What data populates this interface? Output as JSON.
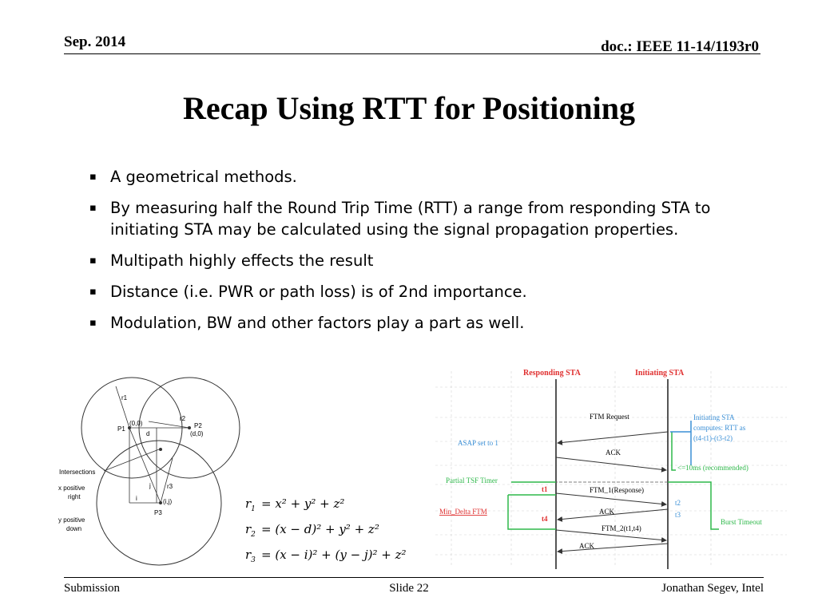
{
  "header": {
    "date": "Sep. 2014",
    "doc": "doc.: IEEE 11-14/1193r0"
  },
  "title": "Recap Using RTT for Positioning",
  "bullets": [
    "A geometrical methods.",
    "By measuring half the Round Trip Time (RTT) a range from responding STA to initiating STA may be calculated using the signal propagation properties.",
    "Multipath highly effects the result",
    "Distance (i.e. PWR or path loss) is of 2nd importance.",
    "Modulation, BW and other factors play a part as well."
  ],
  "geometry": {
    "r1": "r1",
    "r2": "r2",
    "r3": "r3",
    "p1": "P1",
    "p2": "P2",
    "p3": "P3",
    "origin": "(0,0)",
    "d_point": "(d,0)",
    "d": "d",
    "ij_point": "(i,j)",
    "i": "i",
    "j": "j",
    "intersections": "Intersections",
    "x_pos_1": "x positive",
    "x_pos_2": "right",
    "y_pos_1": "y positive",
    "y_pos_2": "down"
  },
  "equations": [
    {
      "lhs": "r",
      "sub": "1",
      "rhs": "= x² + y² + z²"
    },
    {
      "lhs": "r",
      "sub": "2",
      "rhs": "= (x − d)² + y² + z²"
    },
    {
      "lhs": "r",
      "sub": "3",
      "rhs": "= (x − i)² + (y − j)² + z²"
    }
  ],
  "ftm": {
    "responding": "Responding STA",
    "initiating": "Initiating STA",
    "ftm_request": "FTM Request",
    "ack": "ACK",
    "ftm1": "FTM_1(Response)",
    "ftm2": "FTM_2(t1,t4)",
    "asap": "ASAP set to 1",
    "partial_tsf": "Partial TSF Timer",
    "min_delta": "Min_Delta FTM",
    "computes_1": "Initiating  STA",
    "computes_2": "computes: RTT as",
    "computes_3": "(t4-t1)-(t3-t2)",
    "le10ms": "<=10ms  (recommended)",
    "burst_timeout": "Burst Timeout",
    "t1": "t1",
    "t2": "t2",
    "t3": "t3",
    "t4": "t4"
  },
  "colors": {
    "red": "#e03030",
    "blue": "#3a8fd6",
    "green": "#2eb84a"
  },
  "footer": {
    "left": "Submission",
    "center": "Slide 22",
    "right": "Jonathan Segev, Intel"
  }
}
